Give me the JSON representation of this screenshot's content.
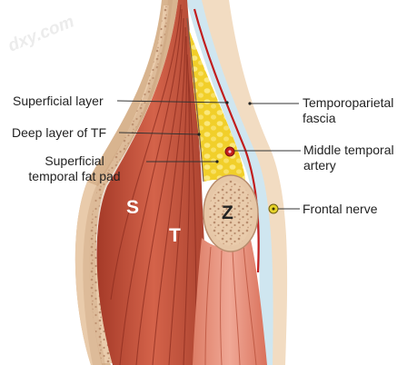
{
  "watermark": "dxy.com",
  "labels": {
    "superficial_layer": "Superficial layer",
    "deep_layer_tf": "Deep layer of TF",
    "superficial_fat_pad_line1": "Superficial",
    "superficial_fat_pad_line2": "temporal fat pad",
    "temporoparietal_line1": "Temporoparietal",
    "temporoparietal_line2": "fascia",
    "middle_temporal_line1": "Middle temporal",
    "middle_temporal_line2": "artery",
    "frontal_nerve": "Frontal nerve"
  },
  "structure_letters": {
    "skull": "S",
    "temporalis": "T",
    "zygoma": "Z"
  },
  "colors": {
    "bone": "#e7c8a8",
    "bone_pores": "#b88d6e",
    "muscle": "#c9553e",
    "muscle_dark": "#8f2e20",
    "fat": "#f4d63c",
    "fascia_blue": "#cfe6f0",
    "skin": "#f2dcc2",
    "artery": "#c21d1d",
    "nerve": "#e6d22a",
    "line": "#333333"
  }
}
